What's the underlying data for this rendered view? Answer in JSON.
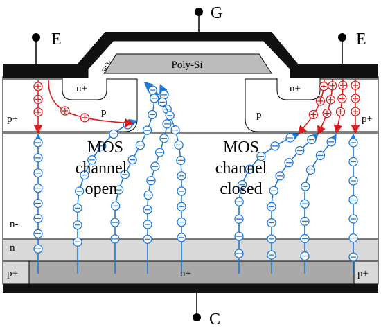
{
  "terminals": {
    "gate": "G",
    "emitter_left": "E",
    "emitter_right": "E",
    "collector": "C"
  },
  "layers": {
    "gate_material": "Poly-Si",
    "oxide": "SiO2",
    "n_plus_left": "n+",
    "n_plus_right": "n+",
    "p_left": "p",
    "p_right": "p",
    "p_plus_left": "p+",
    "p_plus_right": "p+",
    "n_minus": "n-",
    "n_buffer": "n",
    "n_plus_bottom": "n+",
    "p_plus_bottom_left": "p+",
    "p_plus_bottom_right": "p+"
  },
  "annotations": {
    "left_state": [
      "MOS",
      "channel",
      "open"
    ],
    "right_state": [
      "MOS",
      "channel",
      "closed"
    ]
  },
  "legend_symbols": {
    "electron": "⊖",
    "hole": "⊕"
  },
  "colors": {
    "electron": "#1e78d6",
    "hole": "#e01b1b",
    "metal": "#111111",
    "buffer": "#d9d9d9",
    "substrate": "#a9a9a9"
  }
}
